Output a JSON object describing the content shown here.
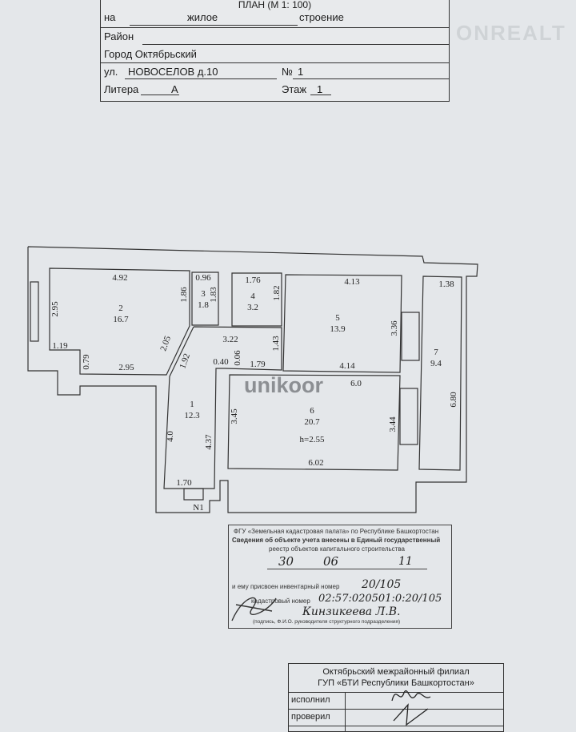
{
  "header": {
    "title": "ПЛАН (М 1: 100)",
    "na_label": "на",
    "na_value": "жилое",
    "na_suffix": "строение",
    "district_label": "Район",
    "city": "Город Октябрьский",
    "street_label": "ул.",
    "street_value": "НОВОСЕЛОВ  д.10",
    "number_label": "№",
    "number_value": "1",
    "litera_label": "Литера",
    "litera_value": "А",
    "floor_label": "Этаж",
    "floor_value": "1"
  },
  "watermarks": {
    "top": "ONREALT",
    "center": "unikoor"
  },
  "plan": {
    "rooms": [
      {
        "num": "1",
        "area": "12.3"
      },
      {
        "num": "2",
        "area": "16.7"
      },
      {
        "num": "3",
        "area": "1.8"
      },
      {
        "num": "4",
        "area": "3.2"
      },
      {
        "num": "5",
        "area": "13.9"
      },
      {
        "num": "6",
        "area": "20.7"
      },
      {
        "num": "7",
        "area": "9.4"
      }
    ],
    "dims": {
      "d492": "4.92",
      "d186": "1.86",
      "d295a": "2.95",
      "d119": "1.19",
      "d079": "0.79",
      "d295b": "2.95",
      "d205": "2.05",
      "d192": "1.92",
      "d096": "0.96",
      "d183": "1.83",
      "d176": "1.76",
      "d182": "1.82",
      "d322": "3.22",
      "d143": "1.43",
      "d040": "0.40",
      "d006": "0.06",
      "d179": "1.79",
      "d413": "4.13",
      "d336": "3.36",
      "d414": "4.14",
      "d138": "1.38",
      "d680": "6.80",
      "d60": "6.0",
      "d345": "3.45",
      "d344": "3.44",
      "d602": "6.02",
      "d40": "4.0",
      "d437": "4.37",
      "d170": "1.70"
    },
    "height": "h=2.55",
    "entrance": "N1"
  },
  "stamp": {
    "line1": "ФГУ «Земельная кадастровая палата» по Республике Башкортостан",
    "line2": "Сведения об объекте учета внесены в Единый государственный",
    "line3": "реестр объектов капитального строительства",
    "date_day": "30",
    "date_month": "06",
    "date_year": "11",
    "inventory_label": "и ему присвоен инвентарный номер",
    "inventory_value": "20/105",
    "cadastral_label": "кадастровый номер",
    "cadastral_value": "02:57:020501:0:20/105",
    "signer": "Кинзикеева Л.В.",
    "signer_caption": "(подпись, Ф.И.О. руководителя структурного подразделения)"
  },
  "bti": {
    "line1": "Октябрьский межрайонный филиал",
    "line2": "ГУП «БТИ Республики Башкортостан»",
    "executed_label": "исполнил",
    "checked_label": "проверил"
  }
}
